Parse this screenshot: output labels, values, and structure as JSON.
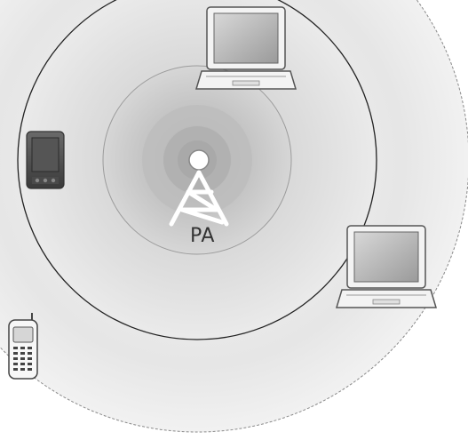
{
  "access_point": {
    "label": "PA",
    "icon": "radio-tower-icon"
  },
  "devices": [
    {
      "name": "laptop-top",
      "icon": "laptop-icon"
    },
    {
      "name": "laptop-right",
      "icon": "laptop-icon"
    },
    {
      "name": "pda-left",
      "icon": "pda-icon"
    },
    {
      "name": "phone-bottom-left",
      "icon": "mobile-phone-icon"
    }
  ],
  "coverage": {
    "inner_zone_color": "#b9b9b9",
    "outer_zone_color": "#dedede"
  }
}
